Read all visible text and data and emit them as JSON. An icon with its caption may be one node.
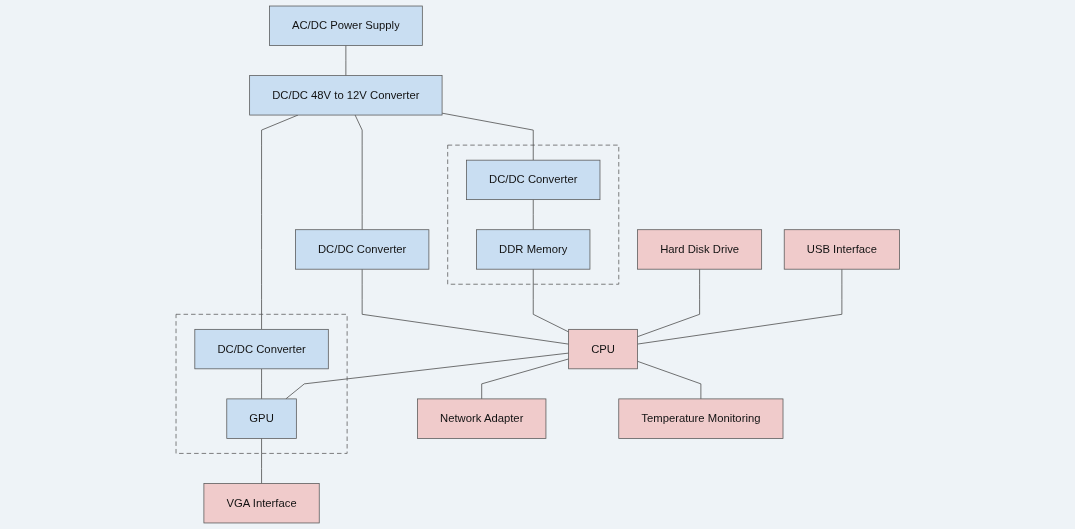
{
  "diagram": {
    "nodes": [
      {
        "text": [
          "AC/DC Power Supply"
        ]
      },
      {
        "text": [
          "DC/DC 48V to 12V Converter"
        ]
      },
      {
        "text": [],
        "shape": "box"
      },
      {
        "text": [
          "DC/DC Converter"
        ],
        "in": 2
      },
      {
        "text": [
          "DDR Memory"
        ],
        "in": 2
      },
      {
        "text": [
          "DC/DC Converter"
        ]
      },
      {
        "text": [],
        "shape": "box"
      },
      {
        "text": [
          "DC/DC Converter"
        ],
        "in": 6
      },
      {
        "text": [
          "GPU"
        ],
        "in": 6
      },
      {
        "text": [
          "VGA Interface"
        ]
      },
      {
        "text": [
          "CPU"
        ]
      },
      {
        "text": [
          "Hard Disk Drive"
        ]
      },
      {
        "text": [
          "Network Adapter"
        ]
      },
      {
        "text": [
          "USB Interface"
        ]
      },
      {
        "text": [
          "Temperature Monitoring"
        ]
      }
    ],
    "edges": [
      {
        "from": 0,
        "to": 1,
        "arrow": "none"
      },
      {
        "from": 1,
        "to": 3,
        "arrow": "none"
      },
      {
        "from": 1,
        "to": 5,
        "arrow": "none"
      },
      {
        "from": 1,
        "to": 7,
        "arrow": "none"
      },
      {
        "from": 3,
        "to": 4,
        "arrow": "none"
      },
      {
        "from": 5,
        "to": 10,
        "arrow": "none"
      },
      {
        "from": 7,
        "to": 8,
        "arrow": "none"
      },
      {
        "from": 4,
        "to": 10,
        "arrow": "none"
      },
      {
        "from": 10,
        "to": 8,
        "arrow": "none"
      },
      {
        "from": 8,
        "to": 9,
        "arrow": "none"
      },
      {
        "from": 11,
        "to": 10,
        "arrow": "none"
      },
      {
        "from": 10,
        "to": 12,
        "arrow": "none"
      },
      {
        "from": 13,
        "to": 10,
        "arrow": "none"
      },
      {
        "from": 10,
        "to": 14,
        "arrow": "none"
      }
    ]
  }
}
